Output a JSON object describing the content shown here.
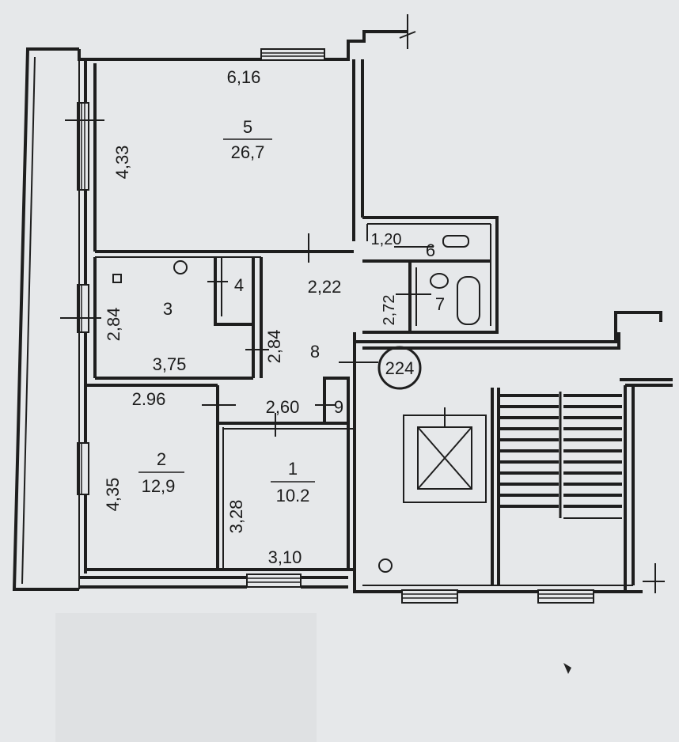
{
  "plan": {
    "apartment_number": "224",
    "rooms": [
      {
        "id": "1",
        "area": "10.2",
        "dims": [
          "3,28",
          "3,10"
        ]
      },
      {
        "id": "2",
        "area": "12,9",
        "dims": [
          "4,35",
          "2.96"
        ]
      },
      {
        "id": "3",
        "dims": [
          "2,84",
          "3,75",
          "2,84"
        ]
      },
      {
        "id": "4"
      },
      {
        "id": "5",
        "area": "26,7",
        "dims": [
          "6,16",
          "4,33"
        ]
      },
      {
        "id": "6",
        "dims": [
          "1,20"
        ]
      },
      {
        "id": "7",
        "dims": [
          "2,72"
        ]
      },
      {
        "id": "8",
        "dims": [
          "2,22",
          "2,60"
        ]
      },
      {
        "id": "9"
      }
    ]
  }
}
